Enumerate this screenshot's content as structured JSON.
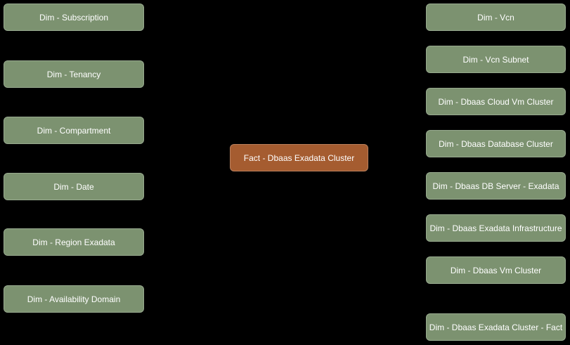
{
  "diagram": {
    "background_color": "#000000",
    "node_text_color": "#ffffff",
    "dimension_node_color": "#7c9270",
    "fact_node_color": "#a55c30",
    "left_nodes": [
      {
        "label": "Dim - Subscription",
        "type": "dimension"
      },
      {
        "label": "Dim - Tenancy",
        "type": "dimension"
      },
      {
        "label": "Dim - Compartment",
        "type": "dimension"
      },
      {
        "label": "Dim - Date",
        "type": "dimension"
      },
      {
        "label": "Dim - Region Exadata",
        "type": "dimension"
      },
      {
        "label": "Dim - Availability Domain",
        "type": "dimension"
      }
    ],
    "center_node": {
      "label": "Fact - Dbaas Exadata Cluster",
      "type": "fact"
    },
    "right_nodes": [
      {
        "label": "Dim - Vcn",
        "type": "dimension"
      },
      {
        "label": "Dim - Vcn Subnet",
        "type": "dimension"
      },
      {
        "label": "Dim - Dbaas Cloud Vm Cluster",
        "type": "dimension"
      },
      {
        "label": "Dim - Dbaas Database Cluster",
        "type": "dimension"
      },
      {
        "label": "Dim - Dbaas DB Server - Exadata",
        "type": "dimension"
      },
      {
        "label": "Dim - Dbaas Exadata Infrastructure",
        "type": "dimension"
      },
      {
        "label": "Dim - Dbaas Vm Cluster",
        "type": "dimension"
      },
      {
        "label": "Dim - Dbaas Exadata Cluster - Fact",
        "type": "dimension"
      }
    ]
  }
}
